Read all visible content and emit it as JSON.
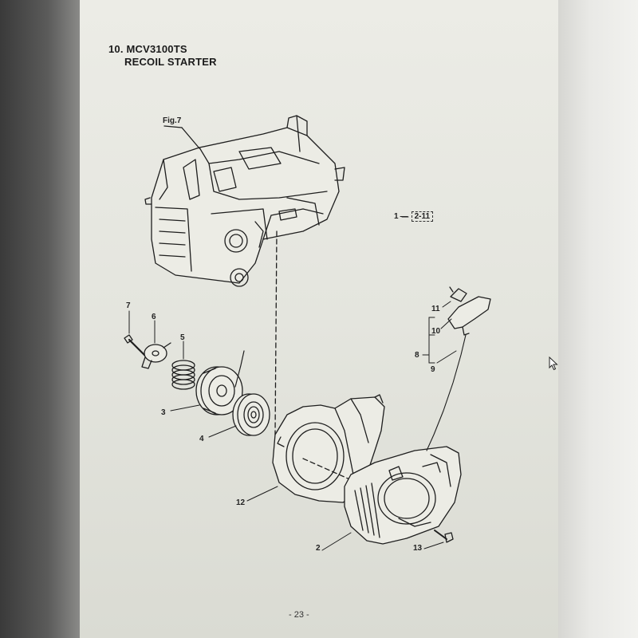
{
  "document": {
    "title_line1": "10. MCV3100TS",
    "title_line2": "RECOIL STARTER",
    "page_number": "- 23 -",
    "figure_label": "Fig.7",
    "reference": {
      "item": "1",
      "page_ref": "2-11"
    }
  },
  "callouts": {
    "c2": "2",
    "c3": "3",
    "c4": "4",
    "c5": "5",
    "c6": "6",
    "c7": "7",
    "c8": "8",
    "c9": "9",
    "c10": "10",
    "c11": "11",
    "c12": "12",
    "c13": "13"
  },
  "colors": {
    "paper": "#e7e8e1",
    "ink": "#1e1e1e",
    "frame_dark": "#3a3a3a"
  }
}
